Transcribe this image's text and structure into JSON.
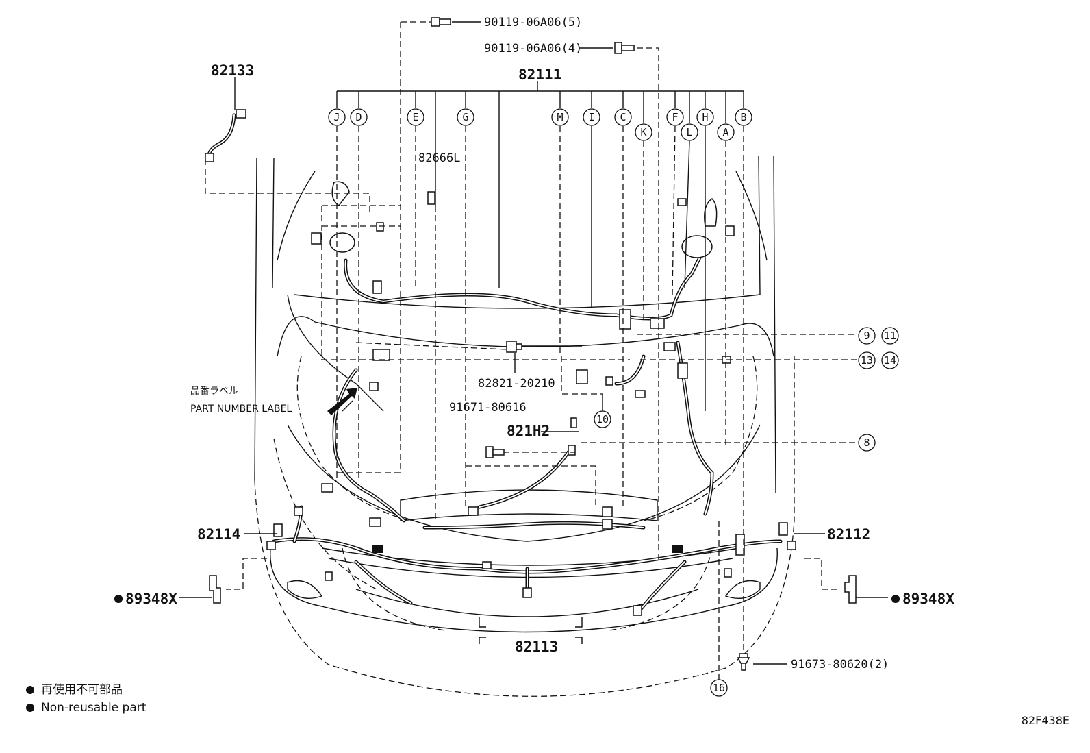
{
  "parts": {
    "p90119_5": "90119-06A06(5)",
    "p90119_4": "90119-06A06(4)",
    "p82133": "82133",
    "p82111": "82111",
    "p82666L": "82666L",
    "p82821": "82821-20210",
    "p91671": "91671-80616",
    "p821H2": "821H2",
    "p82114": "82114",
    "p82112": "82112",
    "p89348X_left": "89348X",
    "p89348X_right": "89348X",
    "p82113": "82113",
    "p91673": "91673-80620(2)"
  },
  "callouts": {
    "J": "J",
    "D": "D",
    "E": "E",
    "G": "G",
    "M": "M",
    "I": "I",
    "C": "C",
    "K": "K",
    "F": "F",
    "L": "L",
    "H": "H",
    "A": "A",
    "B": "B",
    "n8": "8",
    "n9": "9",
    "n10": "10",
    "n11": "11",
    "n13": "13",
    "n14": "14",
    "n16": "16"
  },
  "part_number_label": {
    "jp": "品番ラベル",
    "en": "PART NUMBER LABEL"
  },
  "legend": {
    "jp": "再使用不可部品",
    "en": "Non-reusable part"
  },
  "diagram_code": "82F438E"
}
